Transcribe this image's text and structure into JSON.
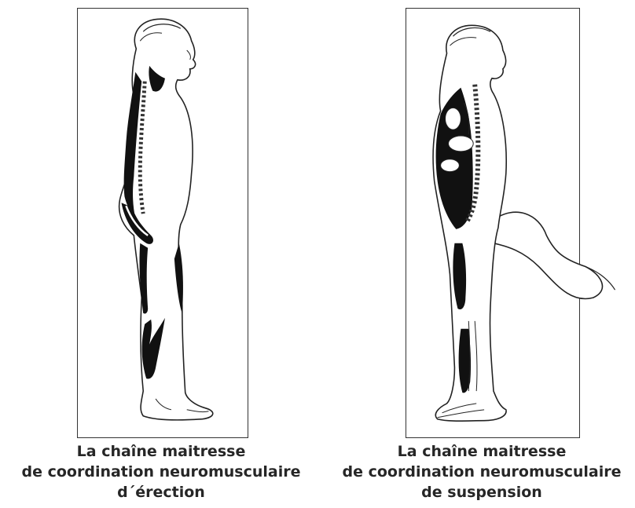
{
  "figures": [
    {
      "caption_lines": [
        "La chaîne maitresse",
        "de coordination neuromusculaire",
        "d´érection"
      ],
      "illustration": "anatomical-side-view-erection-chain"
    },
    {
      "caption_lines": [
        "La chaîne maitresse",
        "de coordination neuromusculaire",
        "de suspension"
      ],
      "illustration": "anatomical-side-view-suspension-chain"
    }
  ],
  "colors": {
    "muscle": "#111111",
    "outline": "#222222",
    "frame": "#333333",
    "caption": "#262626"
  }
}
